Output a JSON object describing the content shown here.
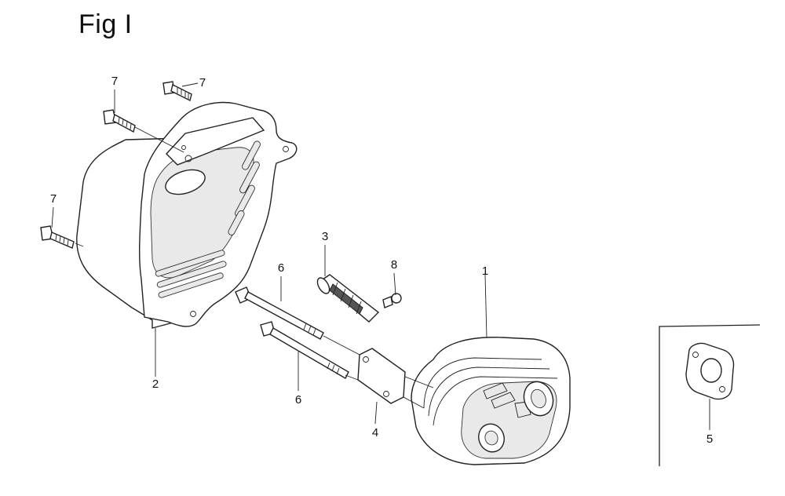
{
  "figure": {
    "title": "Fig I"
  },
  "callouts": {
    "c1": "1",
    "c2": "2",
    "c3": "3",
    "c4": "4",
    "c5": "5",
    "c6a": "6",
    "c6b": "6",
    "c7a": "7",
    "c7b": "7",
    "c7c": "7",
    "c8": "8"
  }
}
